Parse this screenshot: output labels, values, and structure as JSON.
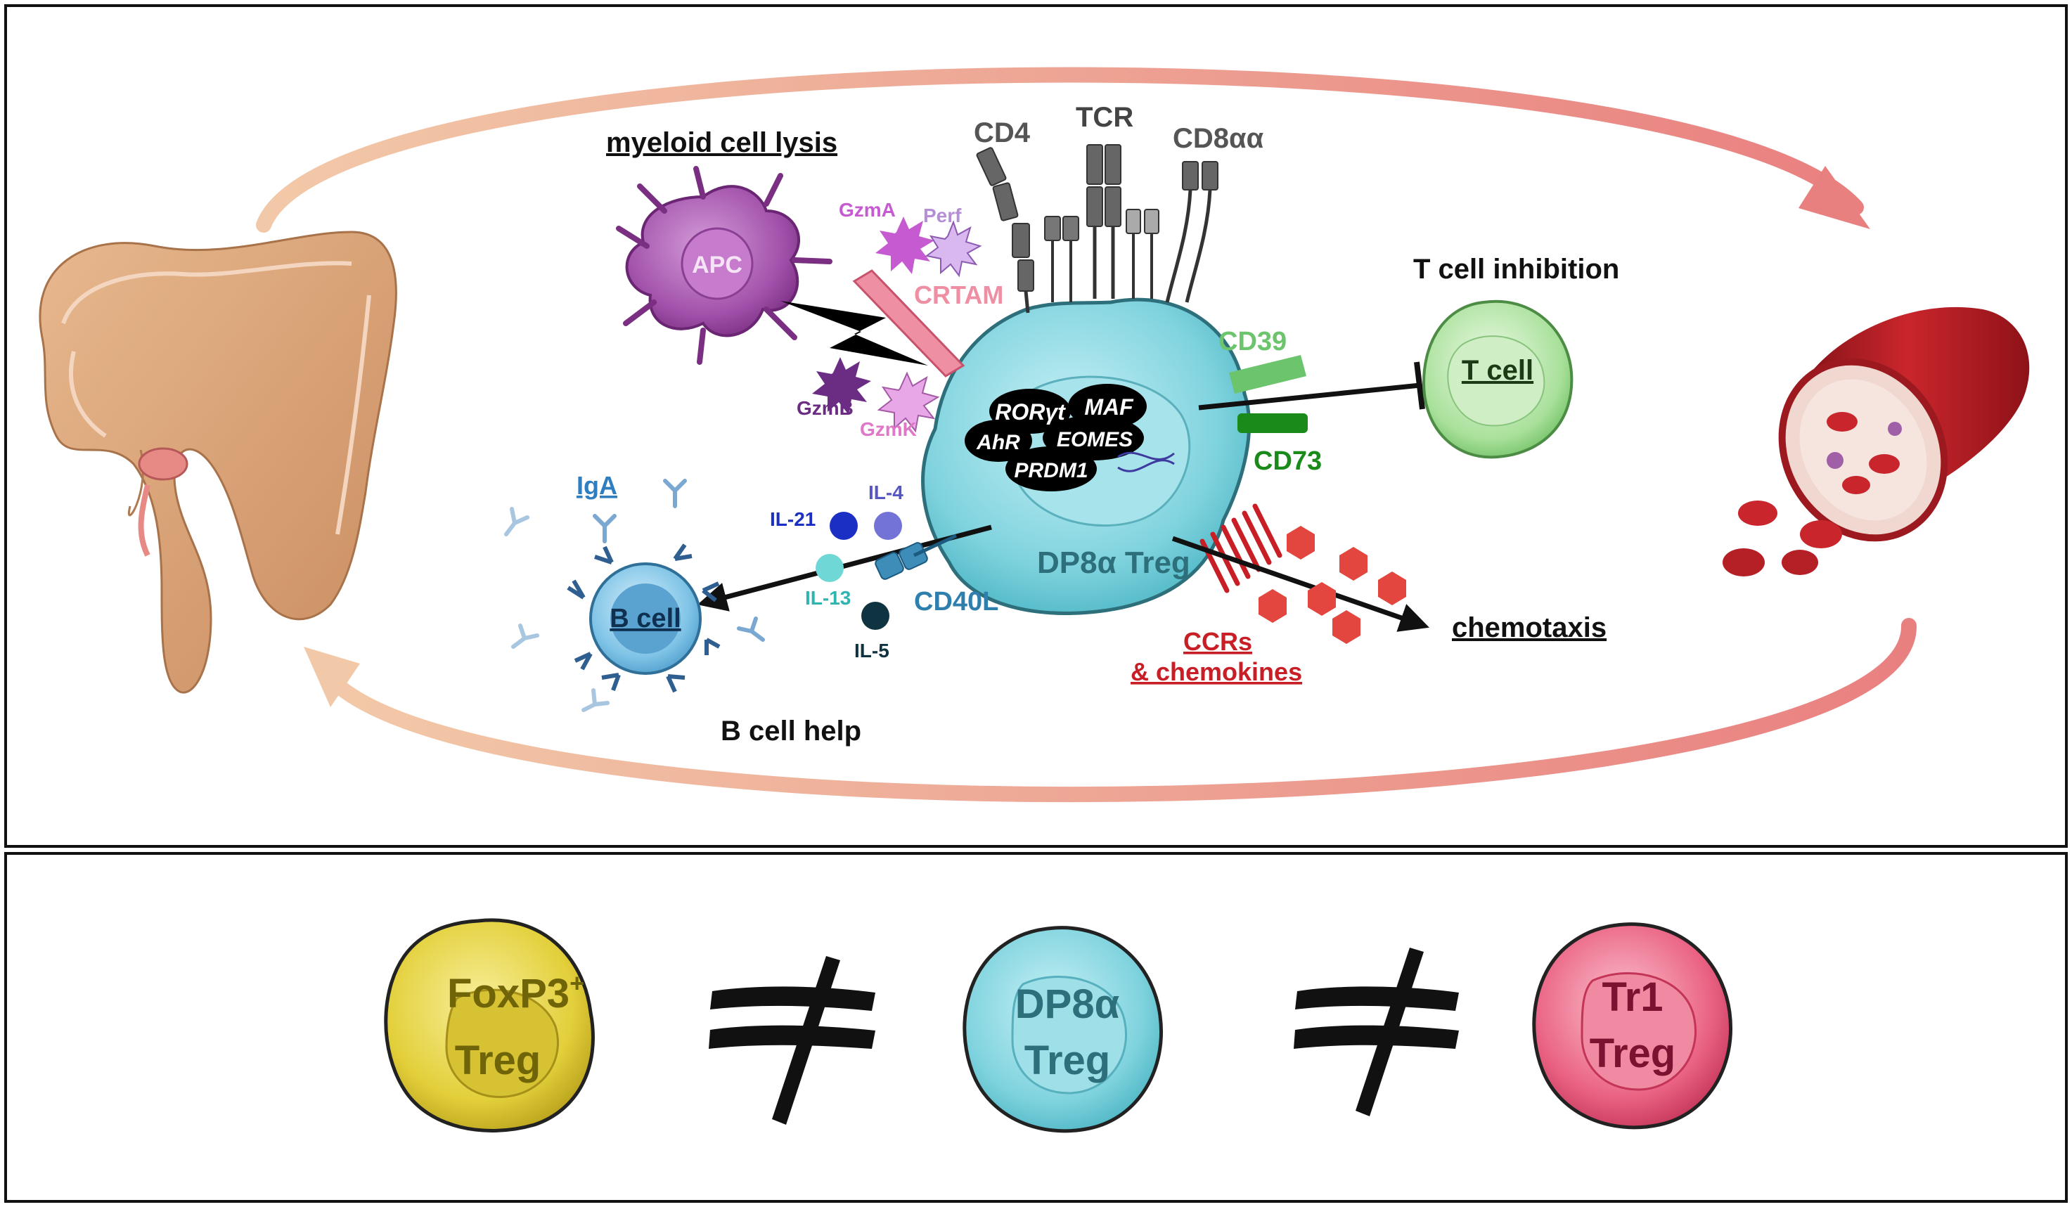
{
  "diagram": {
    "top_panel": {
      "functions": {
        "myeloid_cell_lysis": "myeloid cell lysis",
        "t_cell_inhibition": "T cell inhibition",
        "b_cell_help": "B cell help",
        "chemotaxis": "chemotaxis"
      },
      "receptors": {
        "cd4": "CD4",
        "tcr": "TCR",
        "cd8aa": "CD8αα",
        "crtam": "CRTAM",
        "cd39": "CD39",
        "cd73": "CD73",
        "cd40l": "CD40L",
        "ccrs": "CCRs",
        "chemokines": "& chemokines"
      },
      "granules": {
        "gzma": "GzmA",
        "perf": "Perf",
        "gzmb": "GzmB",
        "gzmk": "GzmK"
      },
      "cytokines": {
        "il21": "IL-21",
        "il4": "IL-4",
        "il13": "IL-13",
        "il5": "IL-5"
      },
      "transcription_factors": {
        "ror": "RORγt",
        "maf": "MAF",
        "ahr": "AhR",
        "eomes": "EOMES",
        "prdm1": "PRDM1"
      },
      "cells": {
        "apc": "APC",
        "t_cell": "T cell",
        "b_cell": "B cell",
        "iga": "IgA",
        "central": "DP8α Treg"
      }
    },
    "bottom_panel": {
      "cells": [
        {
          "line1": "FoxP3",
          "sup": "+",
          "line2": "Treg",
          "color": "#e8d84a"
        },
        {
          "line1": "DP8α",
          "sup": "",
          "line2": "Treg",
          "color": "#7fd3de"
        },
        {
          "line1": "Tr1",
          "sup": "",
          "line2": "Treg",
          "color": "#e85878"
        }
      ]
    }
  }
}
